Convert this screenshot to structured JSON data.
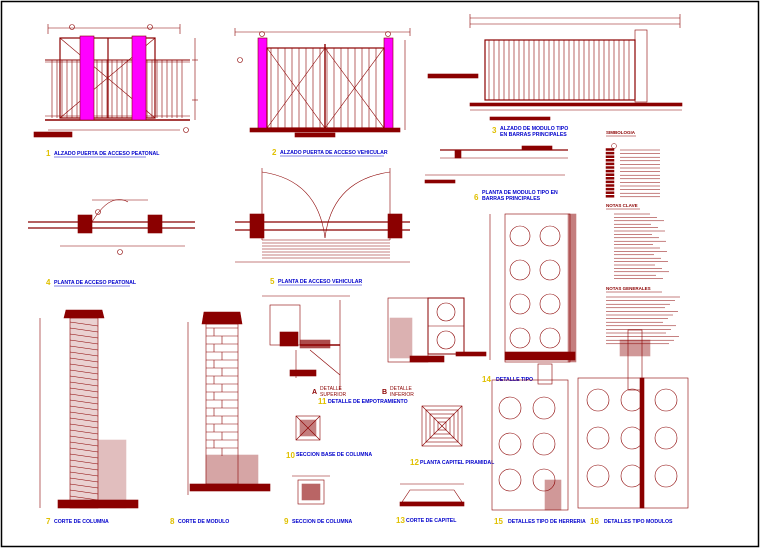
{
  "frame": {
    "stroke": "#000000"
  },
  "colors": {
    "drawing": "#8b0000",
    "label": "#0000cc",
    "number": "#e0c000",
    "pilaster": "#ff00ff"
  },
  "titles": {
    "t1": {
      "num": "1",
      "text": "ALZADO PUERTA DE ACCESO PEATONAL"
    },
    "t2": {
      "num": "2",
      "text": "ALZADO PUERTA DE ACCESO VEHICULAR"
    },
    "t3": {
      "num": "3",
      "text": "ALZADO DE MODULO TIPO",
      "text2": "EN BARRAS PRINCIPALES"
    },
    "t4": {
      "num": "4",
      "text": "PLANTA DE ACCESO PEATONAL"
    },
    "t5": {
      "num": "5",
      "text": "PLANTA DE ACCESO VEHICULAR"
    },
    "t6": {
      "num": "6",
      "text": "PLANTA DE MODULO TIPO EN",
      "text2": "BARRAS PRINCIPALES"
    },
    "t7": {
      "num": "7",
      "text": "CORTE DE COLUMNA"
    },
    "t8": {
      "num": "8",
      "text": "CORTE DE MODULO"
    },
    "t9": {
      "num": "9",
      "text": "SECCION DE COLUMNA"
    },
    "t10": {
      "num": "10",
      "text": "SECCION BASE DE COLUMNA"
    },
    "t11": {
      "num": "11",
      "text": "DETALLE DE EMPOTRAMIENTO"
    },
    "t12": {
      "num": "12",
      "text": "PLANTA CAPITEL PIRAMIDAL"
    },
    "t13": {
      "num": "13",
      "text": "CORTE DE CAPITEL"
    },
    "t14": {
      "num": "14",
      "text": "DETALLE TIPO"
    },
    "t15": {
      "num": "15",
      "text": "DETALLES TIPO DE HERRERIA"
    },
    "t16": {
      "num": "16",
      "text": "DETALLES TIPO MODULOS"
    }
  },
  "detail_a": {
    "letter": "A",
    "word": "DETALLE",
    "sub": "SUPERIOR"
  },
  "detail_b": {
    "letter": "B",
    "word": "DETALLE",
    "sub": "INFERIOR"
  },
  "notes": {
    "simbologia": "SIMBOLOGIA",
    "clave": "NOTAS CLAVE",
    "generales": "NOTAS GENERALES"
  }
}
